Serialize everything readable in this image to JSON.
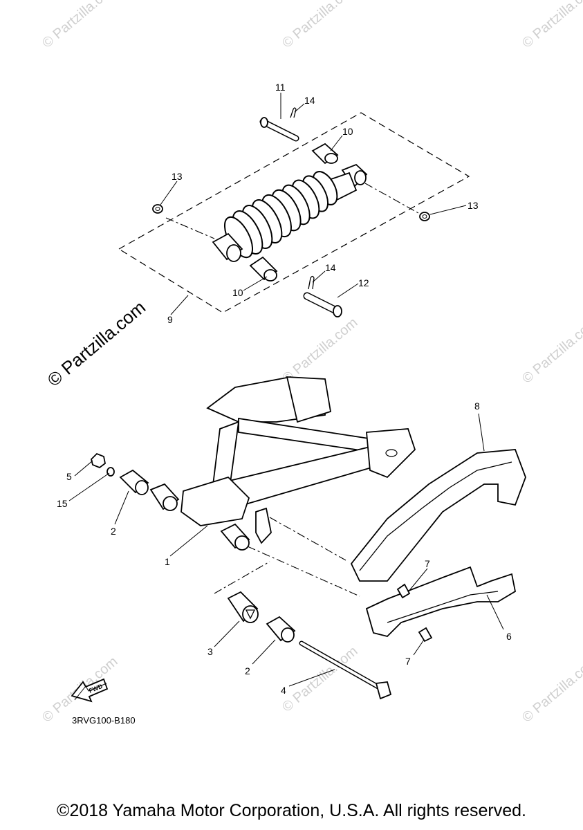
{
  "watermark": {
    "text": "© Partzilla.com",
    "main_text": "© Partzilla.com"
  },
  "callouts": [
    {
      "id": "c11a",
      "label": "11"
    },
    {
      "id": "c14a",
      "label": "14"
    },
    {
      "id": "c10a",
      "label": "10"
    },
    {
      "id": "c13a",
      "label": "13"
    },
    {
      "id": "c13b",
      "label": "13"
    },
    {
      "id": "c10b",
      "label": "10"
    },
    {
      "id": "c14b",
      "label": "14"
    },
    {
      "id": "c12",
      "label": "12"
    },
    {
      "id": "c9",
      "label": "9"
    },
    {
      "id": "c8",
      "label": "8"
    },
    {
      "id": "c5",
      "label": "5"
    },
    {
      "id": "c15",
      "label": "15"
    },
    {
      "id": "c2a",
      "label": "2"
    },
    {
      "id": "c1",
      "label": "1"
    },
    {
      "id": "c7a",
      "label": "7"
    },
    {
      "id": "c6",
      "label": "6"
    },
    {
      "id": "c3",
      "label": "3"
    },
    {
      "id": "c2b",
      "label": "2"
    },
    {
      "id": "c7b",
      "label": "7"
    },
    {
      "id": "c4",
      "label": "4"
    }
  ],
  "fwd_label": "FWD",
  "diagram_code": "3RVG100-B180",
  "copyright": "©2018 Yamaha Motor Corporation, U.S.A. All rights reserved."
}
